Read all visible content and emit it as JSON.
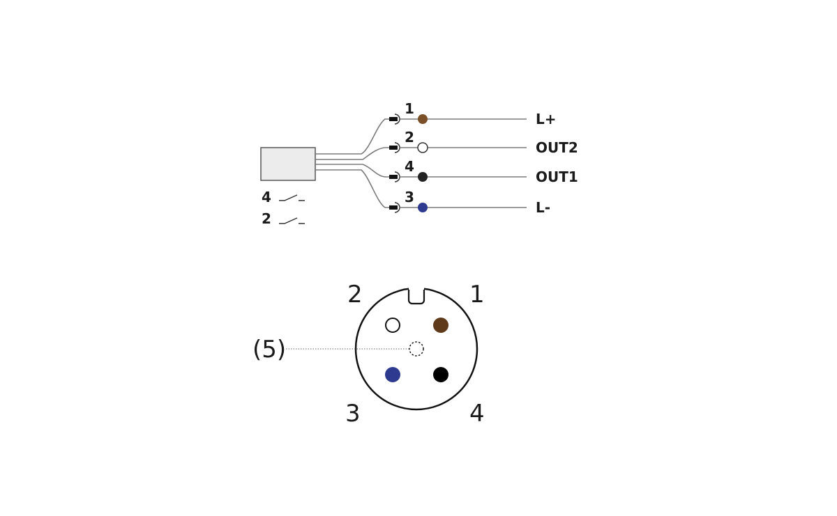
{
  "wiring": {
    "wires": [
      {
        "pin": "1",
        "signal": "L+",
        "color": "#7b5028"
      },
      {
        "pin": "2",
        "signal": "OUT2",
        "color": "#ffffff"
      },
      {
        "pin": "4",
        "signal": "OUT1",
        "color": "#222222"
      },
      {
        "pin": "3",
        "signal": "L-",
        "color": "#2e3a8f"
      }
    ],
    "switch_labels": [
      "4",
      "2"
    ]
  },
  "connector": {
    "pins": [
      {
        "label": "1",
        "color": "#5e3a1a"
      },
      {
        "label": "2",
        "color": "#ffffff"
      },
      {
        "label": "3",
        "color": "#2e3a8f"
      },
      {
        "label": "4",
        "color": "#000000"
      }
    ],
    "center_pin_label": "(5)"
  }
}
